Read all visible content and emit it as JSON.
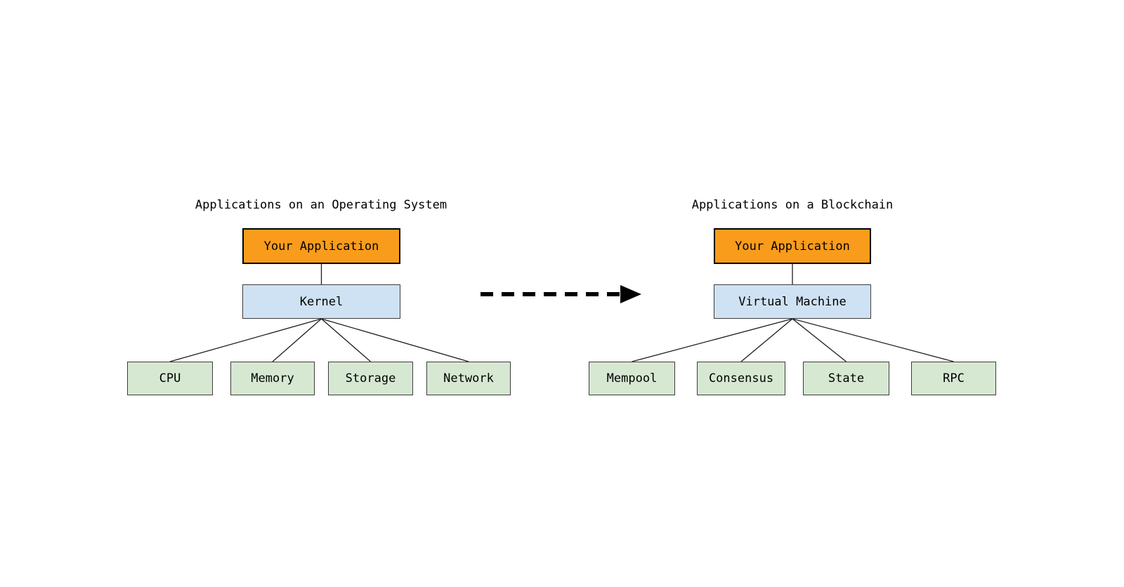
{
  "page": {
    "background": "#ffffff"
  },
  "palette": {
    "application_fill": "#F99C1B",
    "application_border": "#000000",
    "platform_fill": "#CFE2F3",
    "platform_border": "#3c3c3c",
    "component_fill": "#D6E8D2",
    "component_border": "#3c3c3c",
    "edge_line_color": "#1c1c1c",
    "arrow_color": "#000000",
    "text_color": "#000000"
  },
  "left_diagram": {
    "title": "Applications on an Operating System",
    "application": "Your Application",
    "platform": "Kernel",
    "components": [
      "CPU",
      "Memory",
      "Storage",
      "Network"
    ]
  },
  "right_diagram": {
    "title": "Applications on a Blockchain",
    "application": "Your Application",
    "platform": "Virtual Machine",
    "components": [
      "Mempool",
      "Consensus",
      "State",
      "RPC"
    ]
  },
  "arrow": {
    "icon": "dashed-right-arrow"
  }
}
